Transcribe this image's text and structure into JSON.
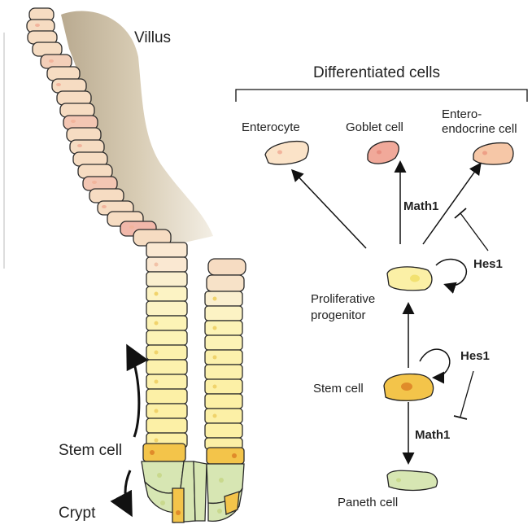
{
  "labels": {
    "villus": "Villus",
    "stem_cell_left": "Stem cell",
    "crypt": "Crypt",
    "differentiated_header": "Differentiated cells",
    "enterocyte": "Enterocyte",
    "goblet": "Goblet cell",
    "entero_line1": "Entero-",
    "entero_line2": "endocrine cell",
    "math1_top": "Math1",
    "hes1_top": "Hes1",
    "progenitor_line1": "Proliferative",
    "progenitor_line2": "progenitor",
    "hes1_mid": "Hes1",
    "stem_cell_right": "Stem cell",
    "math1_bottom": "Math1",
    "paneth": "Paneth cell"
  },
  "colors": {
    "villus_tissue": "#cdbfa7",
    "enterocyte": "#fbe3c8",
    "goblet": "#f1a99a",
    "enteroendocrine": "#f6c7a7",
    "progenitor": "#fbf0a6",
    "stem": "#f3c44a",
    "paneth": "#d7e6b3",
    "outline": "#222222"
  }
}
